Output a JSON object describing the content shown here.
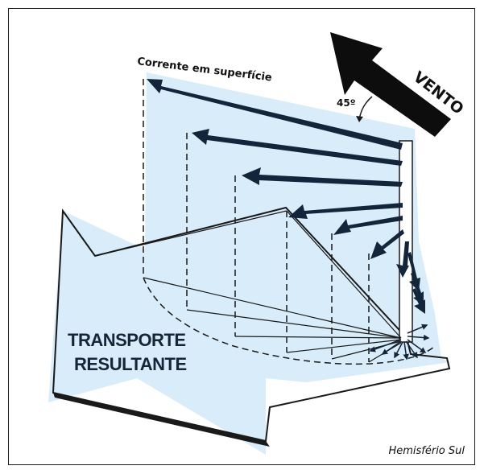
{
  "labels": {
    "surface_current": "Corrente em superfície",
    "angle": "45º",
    "wind": "VENTO",
    "transport_line1": "TRANSPORTE",
    "transport_line2": "RESULTANTE",
    "hemisphere": "Hemisfério Sul"
  },
  "colors": {
    "water_fill": "#d8ecf9",
    "arrow_dark": "#13253a",
    "wind_arrow": "#0d0d0d",
    "outline": "#1a1a1a"
  }
}
